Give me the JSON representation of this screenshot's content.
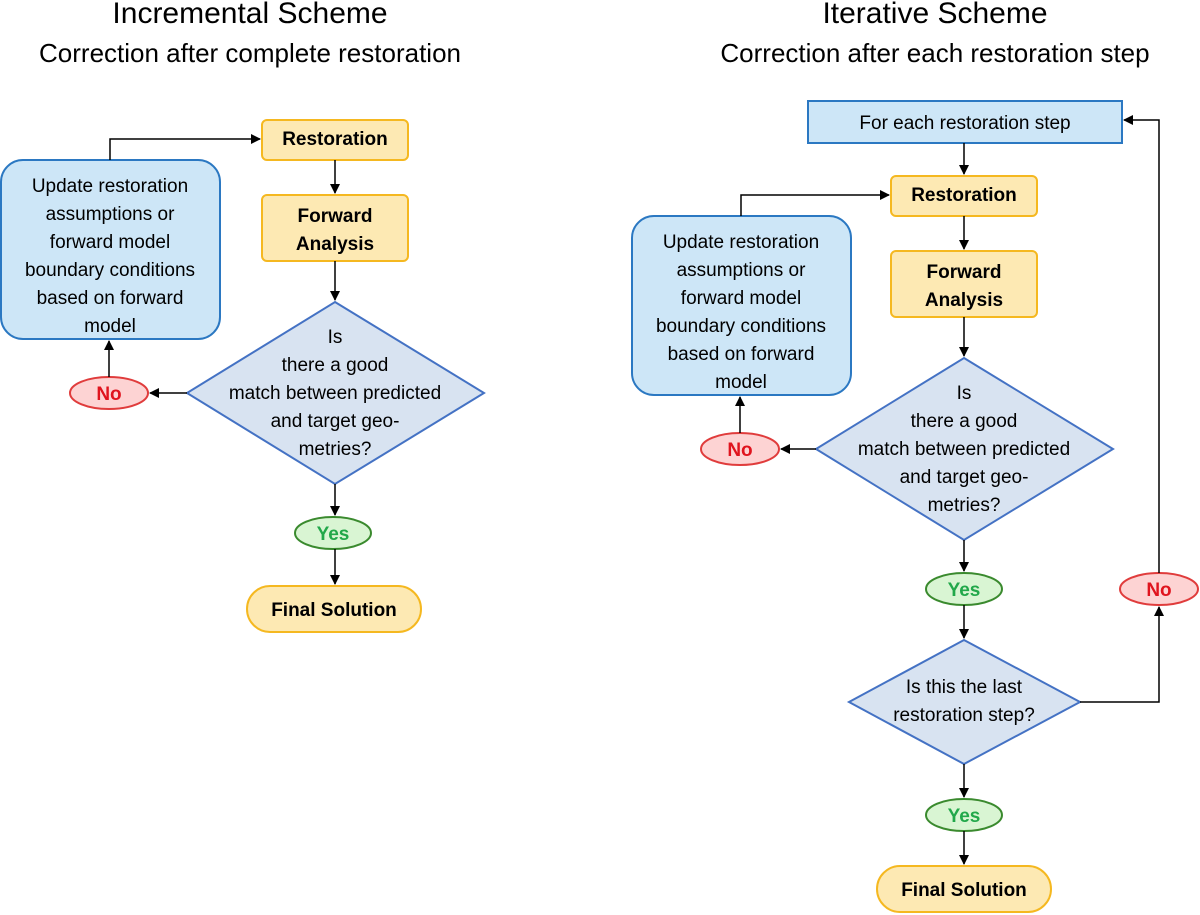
{
  "colors": {
    "restoration_fill": "#fde9b3",
    "restoration_stroke": "#f5b820",
    "update_fill": "#cde6f7",
    "update_stroke": "#2b78c2",
    "diamond_fill": "#d8e3f1",
    "diamond_stroke": "#4472c4",
    "yes_fill": "#d9f5d3",
    "yes_stroke": "#3a8a2e",
    "no_fill": "#fdd3d3",
    "no_stroke": "#e03c3c",
    "arrow": "#000000"
  },
  "incremental": {
    "title": "Incremental Scheme",
    "subtitle": "Correction after complete restoration",
    "restoration": "Restoration",
    "forward_analysis": [
      "Forward",
      "Analysis"
    ],
    "update_box": [
      "Update restoration",
      "assumptions or",
      "forward model",
      "boundary conditions",
      "based on forward",
      "model"
    ],
    "decision": [
      "Is",
      "there a good",
      "match between predicted",
      "and target geo-",
      "metries?"
    ],
    "no": "No",
    "yes": "Yes",
    "final": "Final Solution"
  },
  "iterative": {
    "title": "Iterative Scheme",
    "subtitle": "Correction after each restoration step",
    "for_each": "For each restoration step",
    "restoration": "Restoration",
    "forward_analysis": [
      "Forward",
      "Analysis"
    ],
    "update_box": [
      "Update restoration",
      "assumptions or",
      "forward model",
      "boundary conditions",
      "based on forward",
      "model"
    ],
    "decision": [
      "Is",
      "there a good",
      "match between predicted",
      "and target geo-",
      "metries?"
    ],
    "no_match": "No",
    "yes_match": "Yes",
    "last_step_decision": [
      "Is this the last",
      "restoration step?"
    ],
    "no_last": "No",
    "yes_last": "Yes",
    "final": "Final Solution"
  }
}
